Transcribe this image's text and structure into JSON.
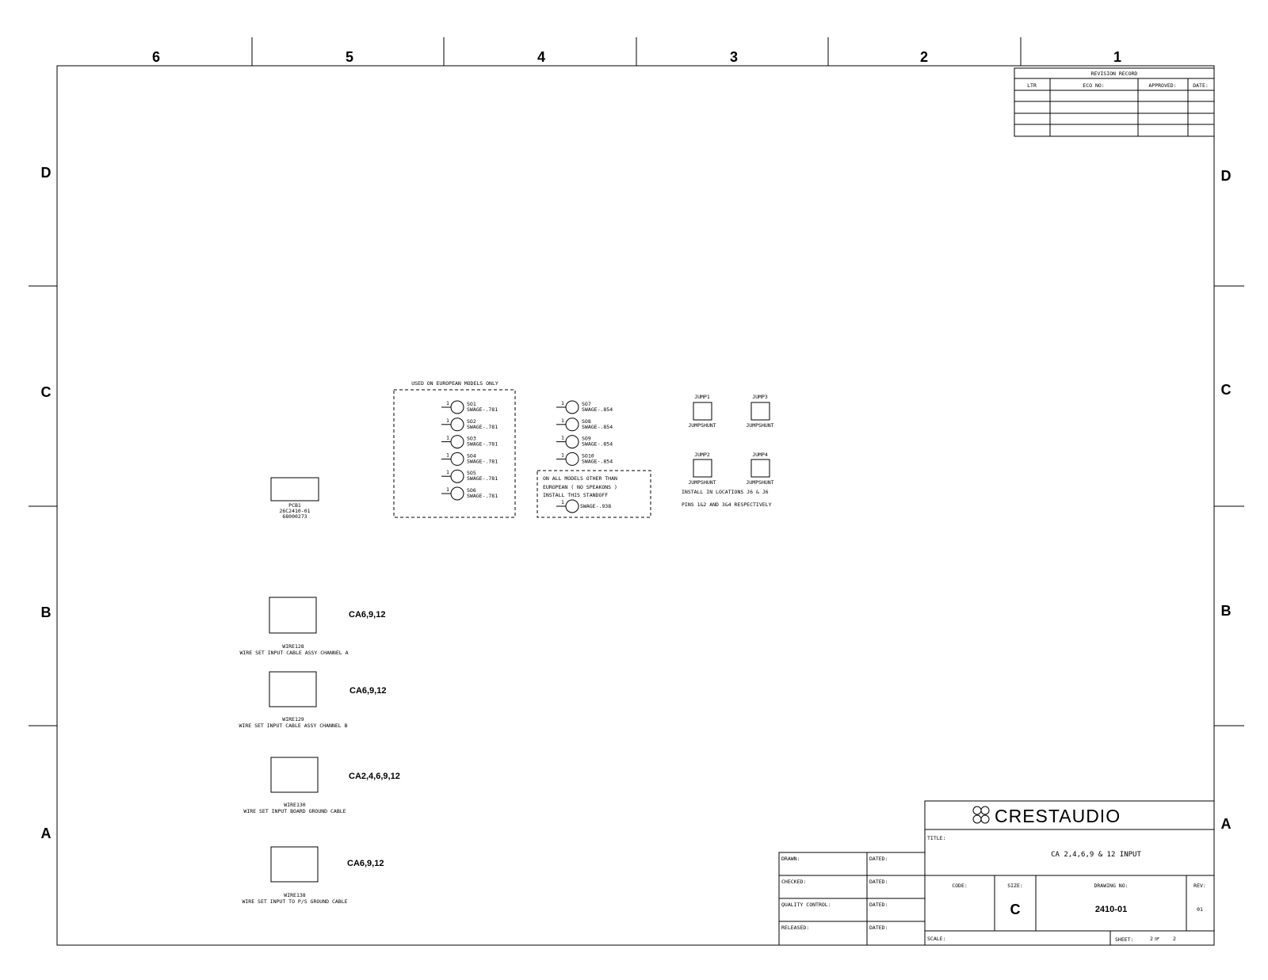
{
  "zones": {
    "columns": [
      "6",
      "5",
      "4",
      "3",
      "2",
      "1"
    ],
    "rows_left": [
      "D",
      "C",
      "B",
      "A"
    ],
    "rows_right": [
      "D",
      "C",
      "B",
      "A"
    ]
  },
  "revision_record": {
    "title": "REVISION RECORD",
    "headers": [
      "LTR",
      "ECO NO:",
      "APPROVED:",
      "DATE:"
    ]
  },
  "pcb": {
    "ref": "PCB1",
    "part": "26C2410-01",
    "number": "68000273"
  },
  "european_group": {
    "label": "USED ON EUROPEAN MODELS ONLY",
    "standoffs": [
      {
        "ref": "SO1",
        "value": "SWAGE-.781",
        "pin": "1"
      },
      {
        "ref": "SO2",
        "value": "SWAGE-.781",
        "pin": "1"
      },
      {
        "ref": "SO3",
        "value": "SWAGE-.781",
        "pin": "1"
      },
      {
        "ref": "SO4",
        "value": "SWAGE-.781",
        "pin": "1"
      },
      {
        "ref": "SO5",
        "value": "SWAGE-.781",
        "pin": "1"
      },
      {
        "ref": "SO6",
        "value": "SWAGE-.781",
        "pin": "1"
      }
    ]
  },
  "standoffs_854": [
    {
      "ref": "SO7",
      "value": "SWAGE-.854",
      "pin": "1"
    },
    {
      "ref": "SO8",
      "value": "SWAGE-.854",
      "pin": "1"
    },
    {
      "ref": "SO9",
      "value": "SWAGE-.854",
      "pin": "1"
    },
    {
      "ref": "SO10",
      "value": "SWAGE-.854",
      "pin": "1"
    }
  ],
  "non_european_group": {
    "note_line1": "ON ALL MODELS OTHER THAN",
    "note_line2": "EUROPEAN ( NO SPEAKONS )",
    "note_line3": "INSTALL THIS STANDOFF",
    "standoff": {
      "value": "SWAGE-.938",
      "pin": "1"
    }
  },
  "jumpers": [
    {
      "ref": "JUMP1",
      "value": "JUMPSHUNT"
    },
    {
      "ref": "JUMP3",
      "value": "JUMPSHUNT"
    },
    {
      "ref": "JUMP2",
      "value": "JUMPSHUNT"
    },
    {
      "ref": "JUMP4",
      "value": "JUMPSHUNT"
    }
  ],
  "jumper_note": {
    "line1": "INSTALL IN LOCATIONS J6 & J6",
    "line2": "PINS 1&2 AND 3&4 RESPECTIVELY"
  },
  "wires": [
    {
      "ref": "WIRE128",
      "desc": "WIRE SET INPUT CABLE ASSY CHANNEL A",
      "models": "CA6,9,12"
    },
    {
      "ref": "WIRE129",
      "desc": "WIRE SET INPUT CABLE ASSY CHANNEL B",
      "models": "CA6,9,12"
    },
    {
      "ref": "WIRE130",
      "desc": "WIRE SET INPUT BOARD GROUND CABLE",
      "models": "CA2,4,6,9,12"
    },
    {
      "ref": "WIRE138",
      "desc": "WIRE SET INPUT TO P/S GROUND CABLE",
      "models": "CA6,9,12"
    }
  ],
  "title_block": {
    "logo_text": "CRESTAUDIO",
    "title_label": "TITLE:",
    "title": "CA 2,4,6,9 & 12 INPUT",
    "sign_rows": [
      {
        "label": "DRAWN:",
        "dated": "DATED:"
      },
      {
        "label": "CHECKED:",
        "dated": "DATED:"
      },
      {
        "label": "QUALITY CONTROL:",
        "dated": "DATED:"
      },
      {
        "label": "RELEASED:",
        "dated": "DATED:"
      }
    ],
    "code_label": "CODE:",
    "size_label": "SIZE:",
    "size": "C",
    "drawing_no_label": "DRAWING NO:",
    "drawing_no": "2410-01",
    "rev_label": "REV:",
    "rev": "01",
    "scale_label": "SCALE:",
    "sheet_label": "SHEET:",
    "sheet_num": "2",
    "sheet_of": "OF",
    "sheet_total": "2"
  }
}
